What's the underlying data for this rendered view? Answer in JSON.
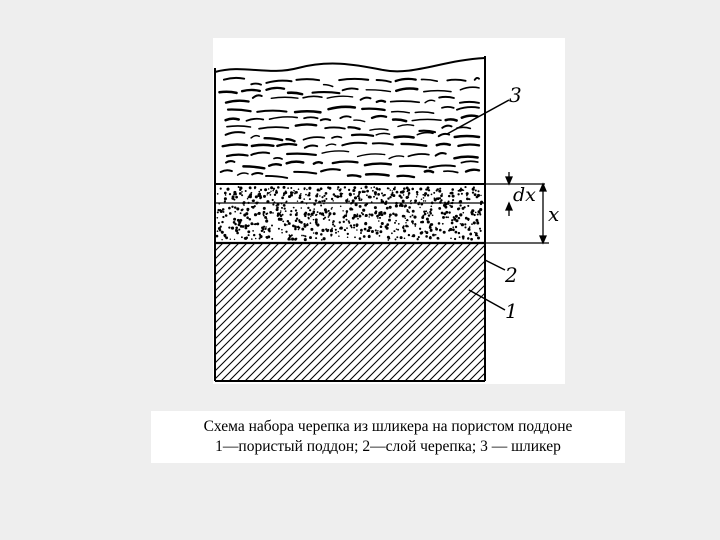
{
  "diagram": {
    "labels": {
      "slip": "3",
      "shard_layer": "2",
      "porous_pallet": "1",
      "dx": "dx",
      "x": "x"
    }
  },
  "caption": {
    "line1": "Схема набора черепка из шликера на пористом поддоне",
    "line2": "1—пористый поддон; 2—слой черепка; 3 — шликер"
  }
}
